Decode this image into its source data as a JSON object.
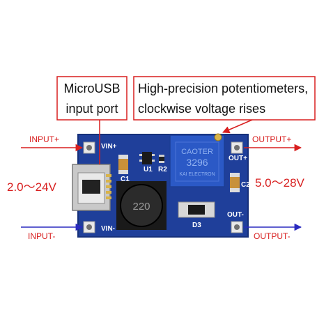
{
  "callouts": {
    "usb": [
      "MicroUSB",
      "input port"
    ],
    "pot": [
      "High-precision potentiometers,",
      "clockwise voltage rises"
    ]
  },
  "terminals": {
    "input_plus": "INPUT+",
    "input_minus": "INPUT-",
    "output_plus": "OUTPUT+",
    "output_minus": "OUTPUT-"
  },
  "voltages": {
    "input_range": "2.0～24V",
    "output_range": "5.0～28V"
  },
  "silkscreen": {
    "vin_plus": "VIN+",
    "vin_minus": "VIN-",
    "out_plus": "OUT+",
    "out_minus": "OUT-",
    "c1": "C1",
    "c2": "C2",
    "u1": "U1",
    "r2": "R2",
    "d3": "D3",
    "inductor": "220",
    "pot_brand": "CAOTER",
    "pot_model": "3296",
    "pot_maker": "KAI ELECTRON"
  },
  "colors": {
    "callout_border": "#d81f1f",
    "input_arrow": "#d81f1f",
    "output_arrow": "#d81f1f",
    "ground_arrow": "#2a2abf",
    "pcb": "#1f3f9a",
    "potentiometer": "#2b59c6"
  }
}
